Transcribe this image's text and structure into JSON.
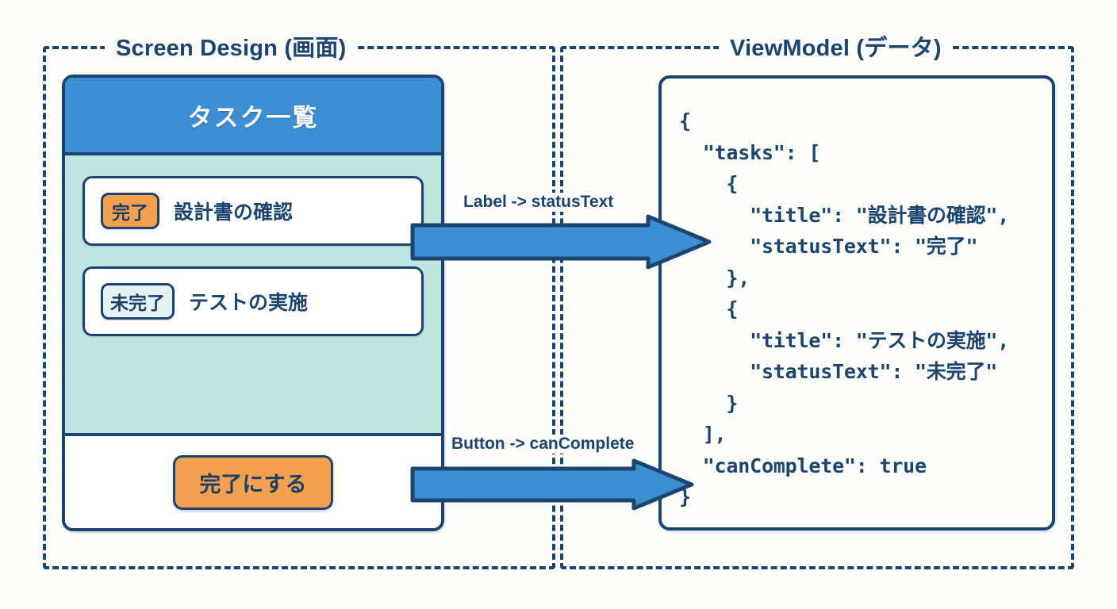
{
  "background_color": "#FCFCFA",
  "accent_colors": {
    "navy": "#1B4570",
    "blue": "#3D8FD4",
    "mint": "#BFE5E0",
    "orange": "#F3A14E",
    "white": "#FFFFFF"
  },
  "panels": {
    "screen": {
      "title": "Screen Design (画面)",
      "mock": {
        "header_title": "タスク一覧",
        "tasks": [
          {
            "badge": "完了",
            "title": "設計書の確認",
            "badge_style": "done"
          },
          {
            "badge": "未完了",
            "title": "テストの実施",
            "badge_style": "not-done"
          }
        ],
        "footer_button": "完了にする"
      }
    },
    "viewmodel": {
      "title": "ViewModel (データ)",
      "json_text": "{\n  \"tasks\": [\n    {\n      \"title\": \"設計書の確認\",\n      \"statusText\": \"完了\"\n    },\n    {\n      \"title\": \"テストの実施\",\n      \"statusText\": \"未完了\"\n    }\n  ],\n  \"canComplete\": true\n}"
    }
  },
  "arrows": [
    {
      "caption": "Label -> statusText",
      "from": "task-row-status-badge",
      "to": "json-statusText"
    },
    {
      "caption": "Button -> canComplete",
      "from": "complete-button",
      "to": "json-canComplete"
    }
  ]
}
